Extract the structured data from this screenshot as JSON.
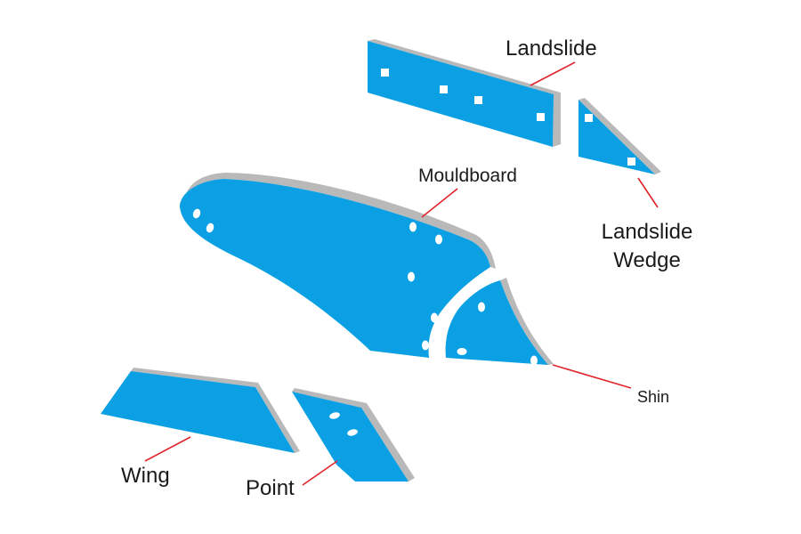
{
  "diagram": {
    "colors": {
      "part_face": "#0aa0e3",
      "part_edge": "#b9b9b9",
      "leader_line": "#e0242b",
      "text": "#1a1a1a",
      "background": "#ffffff"
    },
    "labels": {
      "landslide": "Landslide",
      "landslide_wedge_line1": "Landslide",
      "landslide_wedge_line2": "Wedge",
      "mouldboard": "Mouldboard",
      "shin": "Shin",
      "wing": "Wing",
      "point": "Point"
    }
  }
}
